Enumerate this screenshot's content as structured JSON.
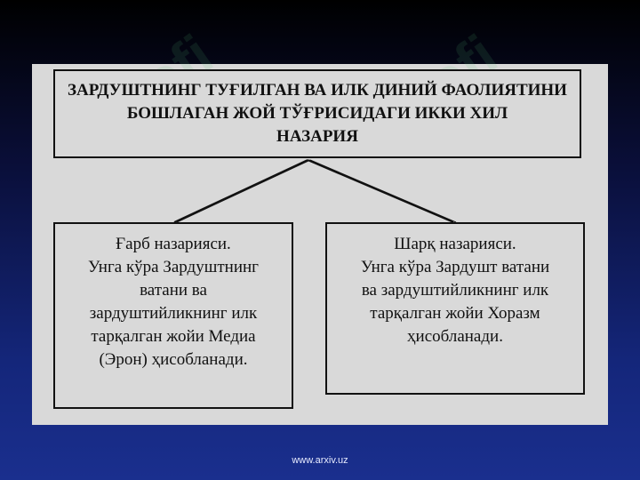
{
  "title": {
    "lines": [
      "ЗАРДУШТНИНГ ТУҒИЛГАН ВА ИЛК ДИНИЙ ФАОЛИЯТИНИ",
      "БОШЛАГАН ЖОЙ ТЎҒРИСИДАГИ ИККИ ХИЛ",
      "НАЗАРИЯ"
    ]
  },
  "left_box": {
    "lines": [
      "Ғарб назарияси.",
      "Унга кўра Зардуштнинг",
      "ватани ва",
      "зардуштийликнинг илк",
      "тарқалган жойи Медиа",
      "(Эрон) ҳисобланади."
    ]
  },
  "right_box": {
    "lines": [
      "Шарқ назарияси.",
      "Унга кўра Зардушт ватани",
      "ва зардуштийликнинг илк",
      "тарқалган жойи Хоразм",
      "ҳисобланади."
    ]
  },
  "watermark_text": "ofi",
  "footer": {
    "url": "www.arxiv.uz"
  },
  "colors": {
    "panel": "#d9d9d9",
    "border": "#111111",
    "background_top": "#000000",
    "background_bottom": "#1a2f8e"
  }
}
